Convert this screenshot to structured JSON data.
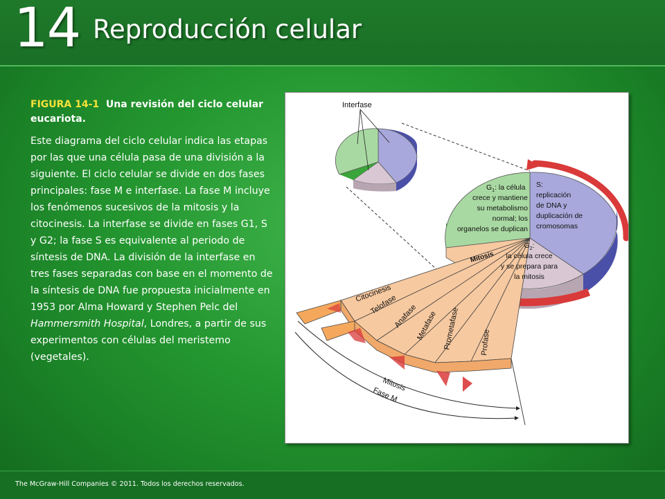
{
  "header": {
    "chapter_number": "14",
    "title": "Reproducción celular"
  },
  "figure_caption": {
    "number": "FIGURA 14-1",
    "title": "Una revisión del ciclo celular eucariota."
  },
  "body_text": {
    "part1": "Este diagrama del ciclo celular indica las etapas por las que una célula pasa de una división a la siguiente. El ciclo celular se divide en dos fases principales: fase M e interfase. La fase M incluye los fenómenos sucesivos de la mitosis y la citocinesis. La interfase se divide en fases G1, S y G2; la fase S es equivalente al periodo de síntesis de DNA. La división de la interfase en tres fases separadas con base en el momento de la síntesis de DNA fue propuesta inicialmente en 1953 por Alma Howard y Stephen Pelc del ",
    "italic": "Hammersmith Hospital",
    "part2": ", Londres, a partir de sus experimentos con células del meristemo (vegetales)."
  },
  "diagram": {
    "interfase_label": "Interfase",
    "g1": {
      "prefix": "G",
      "sub": "1",
      "line1": ": la célula",
      "line2": "crece y mantiene",
      "line3": "su metabolismo",
      "line4": "normal; los",
      "line5": "organelos se duplican"
    },
    "s": {
      "line1": "S:",
      "line2": "replicación",
      "line3": "de DNA y",
      "line4": "duplicación de",
      "line5": "cromosomas"
    },
    "g2": {
      "prefix": "G",
      "sub": "2",
      "colon": ":",
      "line1": "la célula crece",
      "line2": "y se prepara para",
      "line3": "la mitosis"
    },
    "mitosis_band": "Mitosis",
    "phases": [
      "Citocinesis",
      "Telofase",
      "Anafase",
      "Metafase",
      "Prometafase",
      "Profase"
    ],
    "arc_mitosis": "Mitosis",
    "arc_fase_m": "Fase M"
  },
  "colors": {
    "green_bg": "#23952f",
    "caption_highlight": "#f6e23a",
    "g1_fill": "#a9d9a2",
    "s_fill": "#a8a8dc",
    "g2_fill": "#d9c8d3",
    "mitosis_fill": "#f7c9a0",
    "arrow_red": "#d93a3a"
  },
  "footer": {
    "copyright": "The McGraw-Hill Companies © 2011. Todos los derechos reservados."
  }
}
